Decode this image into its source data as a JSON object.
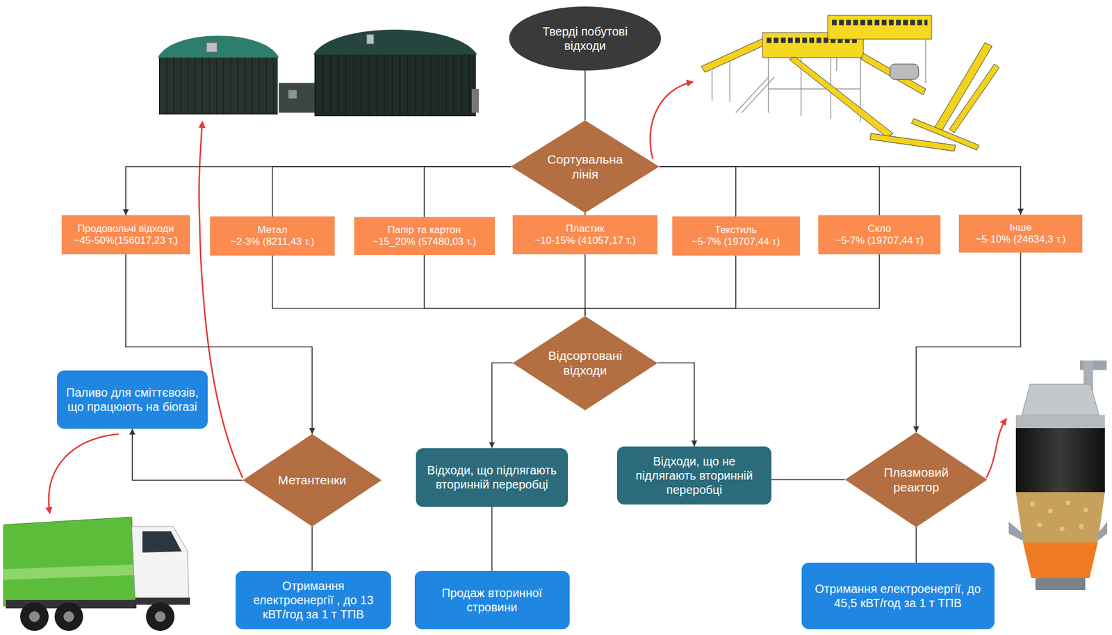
{
  "diagram": {
    "nodes": [
      {
        "text": [
          "Тверді побутові відходи"
        ]
      },
      {
        "text": [
          "Сортувальна лінія"
        ]
      },
      {
        "text": [
          "Продовольчі відходи",
          "~45-50%(156017,23 т.)"
        ]
      },
      {
        "text": [
          "Метал",
          "~2-3% (8211,43 т.)"
        ]
      },
      {
        "text": [
          "Папір та картон",
          "~15_20% (57480,03 т.)"
        ]
      },
      {
        "text": [
          "Пластик",
          "~10-15% (41057,17 т.)"
        ]
      },
      {
        "text": [
          "Текстиль",
          "~5-7% (19707,44 т)"
        ]
      },
      {
        "text": [
          "Скло",
          "~5-7% (19707,44 т)"
        ]
      },
      {
        "text": [
          "Інше",
          "~5-10% (24634,3 т.)"
        ]
      },
      {
        "text": [
          "Відсортовані відходи"
        ]
      },
      {
        "text": [
          "Паливо для сміттєвозів, що працюють на біогазі"
        ]
      },
      {
        "text": [
          "Метантенки"
        ]
      },
      {
        "text": [
          "Відходи, що підлягають вторинній переробці"
        ]
      },
      {
        "text": [
          "Відходи, що не підлягають вторинній переробці"
        ]
      },
      {
        "text": [
          "Плазмовий реактор"
        ]
      },
      {
        "text": [
          "Отримання електроенергії , до 13 кВТ/год за 1 т ТПВ"
        ]
      },
      {
        "text": [
          "Продаж вторинної стровини"
        ]
      },
      {
        "text": [
          "Отримання електроенергії, до 45,5 кВТ/год за 1 т ТПВ"
        ]
      }
    ],
    "edges": [
      {
        "from": 0,
        "to": 1,
        "arrow": "none"
      },
      {
        "from": 1,
        "to": 2,
        "arrow": "to"
      },
      {
        "from": 1,
        "to": 3,
        "arrow": "none"
      },
      {
        "from": 1,
        "to": 4,
        "arrow": "none"
      },
      {
        "from": 1,
        "to": 5,
        "arrow": "none"
      },
      {
        "from": 1,
        "to": 6,
        "arrow": "none"
      },
      {
        "from": 1,
        "to": 7,
        "arrow": "none"
      },
      {
        "from": 1,
        "to": 8,
        "arrow": "to"
      },
      {
        "from": 3,
        "to": 9,
        "arrow": "none"
      },
      {
        "from": 4,
        "to": 9,
        "arrow": "none"
      },
      {
        "from": 5,
        "to": 9,
        "arrow": "none"
      },
      {
        "from": 6,
        "to": 9,
        "arrow": "none"
      },
      {
        "from": 7,
        "to": 9,
        "arrow": "none"
      },
      {
        "from": 2,
        "to": 11,
        "arrow": "to"
      },
      {
        "from": 8,
        "to": 14,
        "arrow": "to"
      },
      {
        "from": 9,
        "to": 12,
        "arrow": "to"
      },
      {
        "from": 9,
        "to": 13,
        "arrow": "to"
      },
      {
        "from": 11,
        "to": 10,
        "arrow": "to"
      },
      {
        "from": 11,
        "to": 15,
        "arrow": "none"
      },
      {
        "from": 12,
        "to": 16,
        "arrow": "none"
      },
      {
        "from": 13,
        "to": 14,
        "arrow": "none"
      },
      {
        "from": 14,
        "to": 17,
        "arrow": "none"
      }
    ]
  }
}
